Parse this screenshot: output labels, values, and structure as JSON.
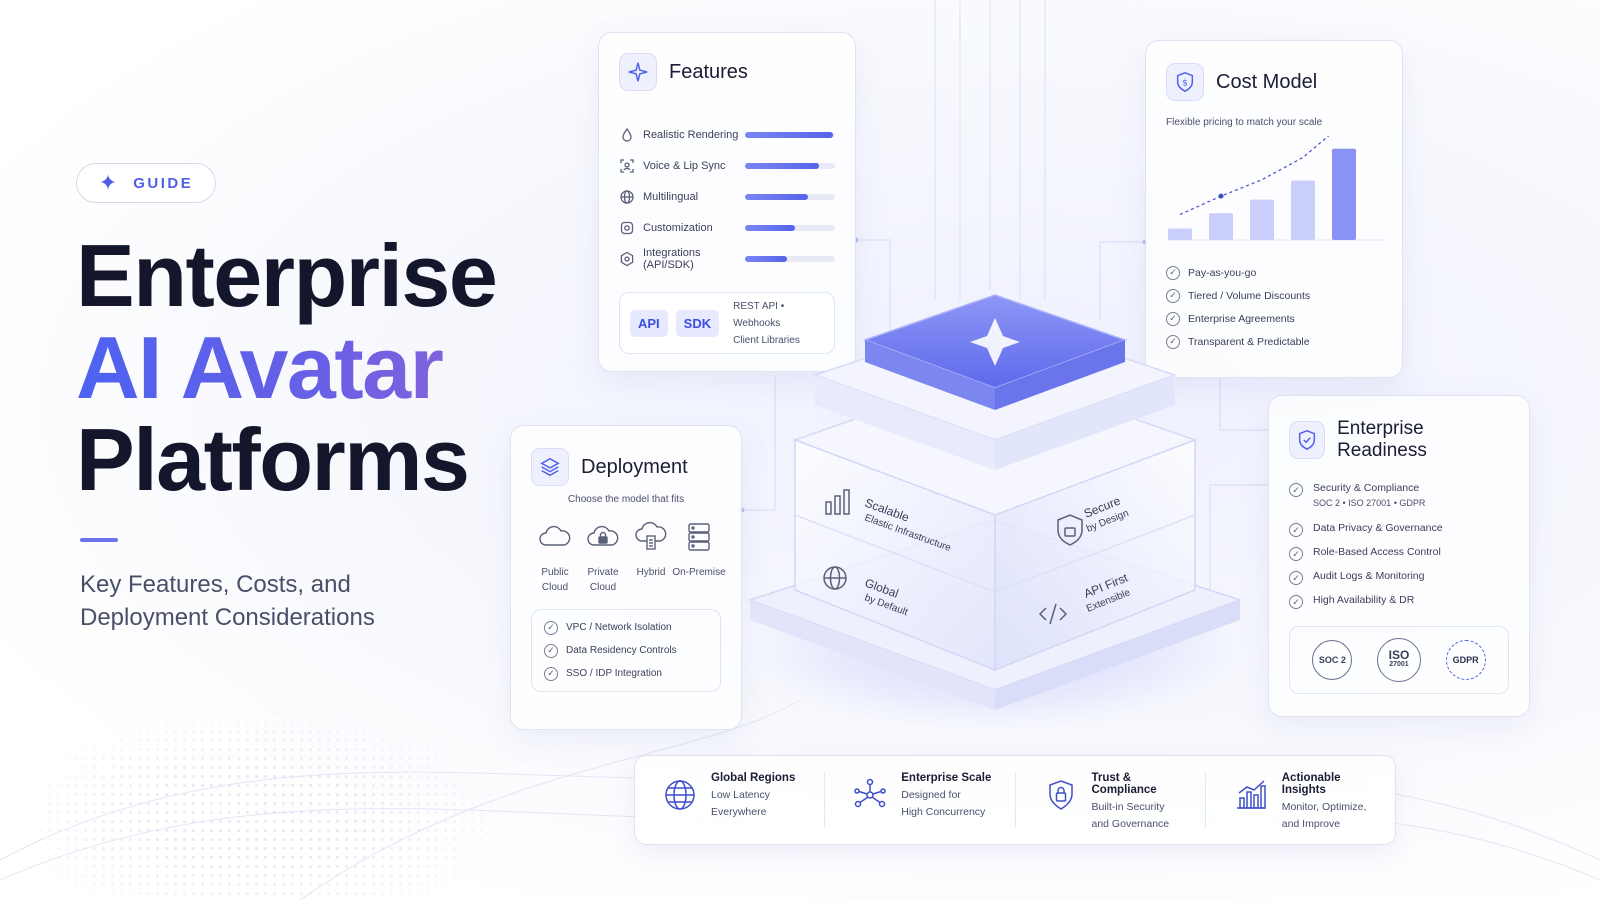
{
  "hero": {
    "badge_label": "GUIDE",
    "title_line1": "Enterprise",
    "title_line2": "AI Avatar",
    "title_line3": "Platforms",
    "subtitle_line1": "Key Features, Costs, and",
    "subtitle_line2": "Deployment Considerations",
    "accent_color": "#4f5fe8"
  },
  "features": {
    "title": "Features",
    "items": [
      {
        "label": "Realistic Rendering",
        "level": 0.98,
        "icon": "droplet-icon"
      },
      {
        "label": "Voice & Lip Sync",
        "level": 0.82,
        "icon": "face-scan-icon"
      },
      {
        "label": "Multilingual",
        "level": 0.7,
        "icon": "globe-icon"
      },
      {
        "label": "Customization",
        "level": 0.55,
        "icon": "gear-icon"
      },
      {
        "label": "Integrations (API/SDK)",
        "level": 0.47,
        "icon": "plug-icon"
      }
    ],
    "chip_api": "API",
    "chip_sdk": "SDK",
    "api_line1": "REST API  •  Webhooks",
    "api_line2": "Client Libraries"
  },
  "cost_model": {
    "title": "Cost Model",
    "subtitle": "Flexible pricing to match your scale",
    "growth_levels": [
      0.12,
      0.28,
      0.42,
      0.62,
      0.95
    ],
    "items": [
      "Pay-as-you-go",
      "Tiered / Volume Discounts",
      "Enterprise Agreements",
      "Transparent & Predictable"
    ]
  },
  "deployment": {
    "title": "Deployment",
    "subtitle": "Choose the model that fits",
    "options": [
      {
        "label_line1": "Public",
        "label_line2": "Cloud",
        "icon": "cloud-icon"
      },
      {
        "label_line1": "Private",
        "label_line2": "Cloud",
        "icon": "lock-cloud-icon"
      },
      {
        "label_line1": "Hybrid",
        "label_line2": "",
        "icon": "hybrid-cloud-icon"
      },
      {
        "label_line1": "On-Premise",
        "label_line2": "",
        "icon": "server-icon"
      }
    ],
    "checks": [
      "VPC / Network Isolation",
      "Data Residency Controls",
      "SSO / IDP Integration"
    ]
  },
  "readiness": {
    "title": "Enterprise Readiness",
    "items": [
      {
        "label": "Security & Compliance",
        "sub": "SOC 2  •  ISO 27001  •  GDPR"
      },
      {
        "label": "Data Privacy & Governance",
        "sub": ""
      },
      {
        "label": "Role-Based Access Control",
        "sub": ""
      },
      {
        "label": "Audit Logs & Monitoring",
        "sub": ""
      },
      {
        "label": "High Availability & DR",
        "sub": ""
      }
    ],
    "badges": {
      "soc": "SOC 2",
      "iso_top": "ISO",
      "iso_bottom": "27001",
      "gdpr": "GDPR"
    }
  },
  "cube": {
    "scalable_title": "Scalable",
    "scalable_sub": "Elastic Infrastructure",
    "secure_title": "Secure",
    "secure_sub": "by Design",
    "global_title": "Global",
    "global_sub": "by Default",
    "api_title": "API First",
    "api_sub": "Extensible"
  },
  "strip": [
    {
      "title": "Global Regions",
      "line1": "Low Latency",
      "line2": "Everywhere",
      "icon": "globe-icon"
    },
    {
      "title": "Enterprise Scale",
      "line1": "Designed for",
      "line2": "High Concurrency",
      "icon": "network-icon"
    },
    {
      "title": "Trust & Compliance",
      "line1": "Built-in Security",
      "line2": "and Governance",
      "icon": "shield-lock-icon"
    },
    {
      "title": "Actionable Insights",
      "line1": "Monitor, Optimize,",
      "line2": "and Improve",
      "icon": "bar-chart-icon"
    }
  ]
}
